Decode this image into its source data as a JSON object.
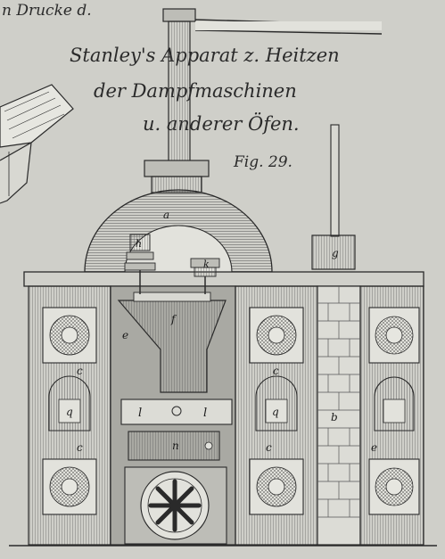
{
  "header_text": "n Drucke d.",
  "title": {
    "line1": "Stanley's Apparat z. Heitzen",
    "line2": "der Dampfmaschinen",
    "line3": "u. anderer Öfen.",
    "fig": "Fig. 29."
  },
  "labels": {
    "a": "a",
    "b": "b",
    "c": "c",
    "e": "e",
    "f": "f",
    "g": "g",
    "h": "h",
    "k": "k",
    "l": "l",
    "n": "n",
    "q": "q"
  },
  "colors": {
    "paper": "#cfcfc9",
    "ink": "#2a2a2a",
    "shade": "#9c9c96",
    "light": "#e2e2dc"
  }
}
